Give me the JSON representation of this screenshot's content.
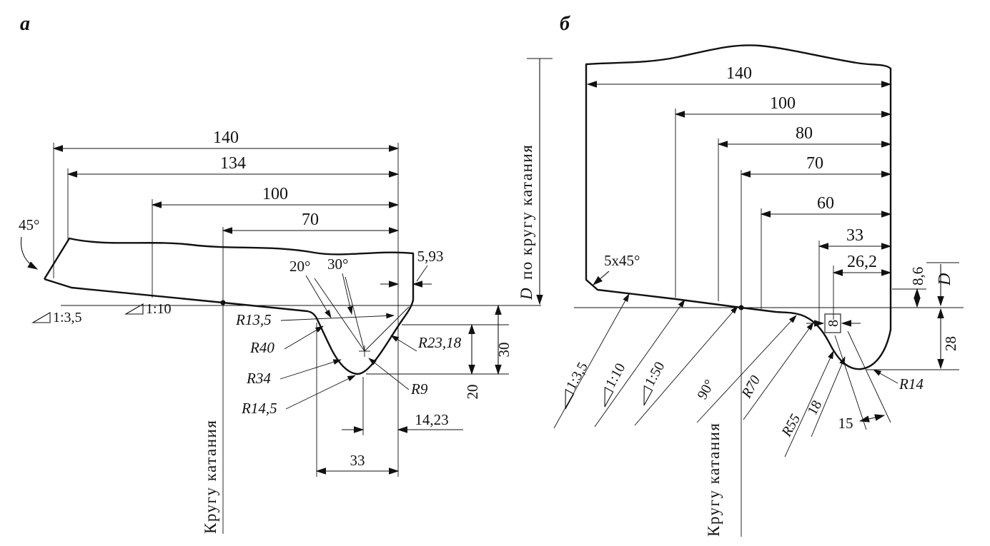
{
  "figure_a": {
    "label": "а",
    "dims": {
      "w140": "140",
      "w134": "134",
      "w100": "100",
      "w70": "70",
      "chamfer45": "45°",
      "slope35": "1:3,5",
      "slope10": "1:10",
      "a20": "20°",
      "a30": "30°",
      "d593": "5,93",
      "r135": "R13,5",
      "r40": "R40",
      "r34": "R34",
      "r145": "R14,5",
      "r2318": "R23,18",
      "r9": "R9",
      "h30": "30",
      "h20": "20",
      "w1423": "14,23",
      "w33": "33"
    },
    "circle_label": "Кругу катания",
    "dia_d": "D",
    "dia_rest": "по кругу катания"
  },
  "figure_b": {
    "label": "б",
    "dims": {
      "w140": "140",
      "w100": "100",
      "w80": "80",
      "w70": "70",
      "w60": "60",
      "w33": "33",
      "w262": "26,2",
      "chamfer": "5x45°",
      "slope35": "1:3,5",
      "slope10": "1:10",
      "slope50": "1:50",
      "a90": "90°",
      "r70": "R70",
      "r55": "R55",
      "d18": "18",
      "d15": "15",
      "r14": "R14",
      "g8": "8",
      "h86": "8,6",
      "h28": "28",
      "dia_d": "D"
    },
    "circle_label": "Кругу катания"
  }
}
